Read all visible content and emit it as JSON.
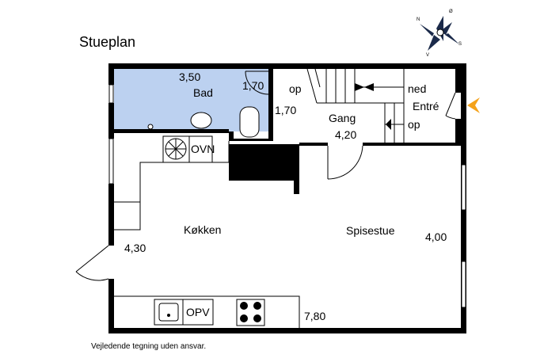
{
  "title": "Stueplan",
  "disclaimer": "Vejledende tegning uden ansvar.",
  "colors": {
    "bathroom_fill": "#bcd1f0",
    "wall": "#000000",
    "entry_arrow": "#f4a21b"
  },
  "compass": {
    "n": "N",
    "s": "S",
    "v": "V",
    "o": "Ø"
  },
  "rooms": {
    "bad": "Bad",
    "gang": "Gang",
    "entre": "Entré",
    "kokken": "Køkken",
    "spisestue": "Spisestue"
  },
  "dimensions": {
    "bad_width": "3,50",
    "wc_width": "1,70",
    "wc_depth": "1,70",
    "gang_width": "4,20",
    "kokken_depth": "4,30",
    "spisestue_depth": "4,00",
    "total_width": "7,80"
  },
  "stairs": {
    "op_left": "op",
    "ned": "ned",
    "op_right": "op"
  },
  "appliances": {
    "oven": "OVN",
    "dishwasher": "OPV"
  }
}
